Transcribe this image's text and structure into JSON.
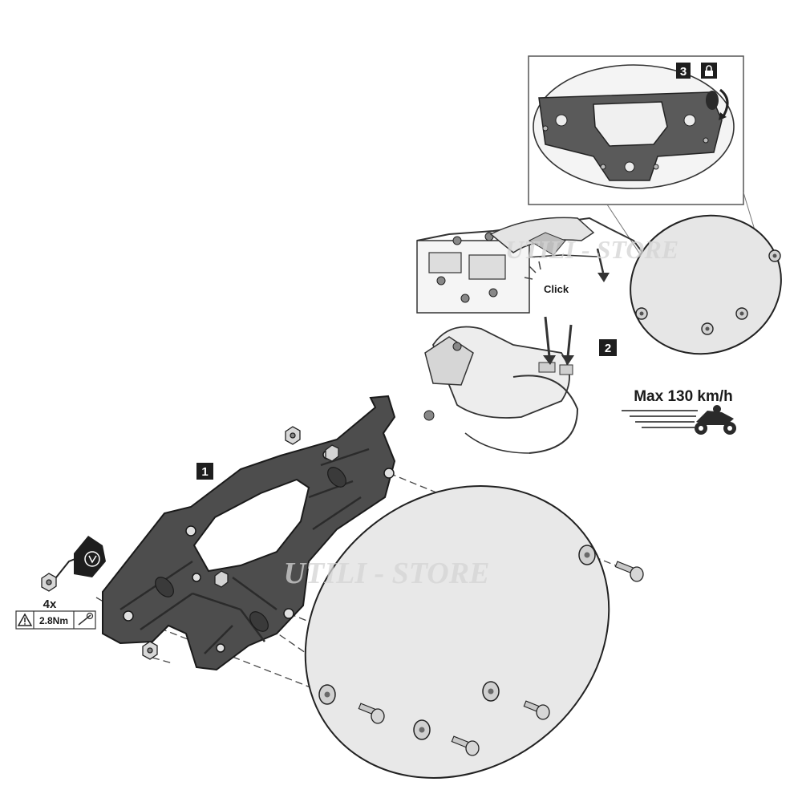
{
  "steps": {
    "step1": "1",
    "step2": "2",
    "step3": "3"
  },
  "labels": {
    "click": "Click",
    "max_speed": "Max 130 km/h",
    "quantity": "4x",
    "torque": "2.8Nm"
  },
  "watermarks": {
    "top": "UTILI - STORE",
    "middle": "UTILI - STORE"
  },
  "icons": {
    "lock": "lock-icon",
    "rotate": "rotate-arrow-icon",
    "warning": "warning-triangle-icon",
    "wrench": "wrench-icon",
    "thread_locker": "thread-locker-bottle-icon",
    "motorcycle": "motorcycle-icon"
  },
  "colors": {
    "plate": "#4d4d4d",
    "disc": "#e6e6e6",
    "step_badge": "#1e1e1e"
  }
}
